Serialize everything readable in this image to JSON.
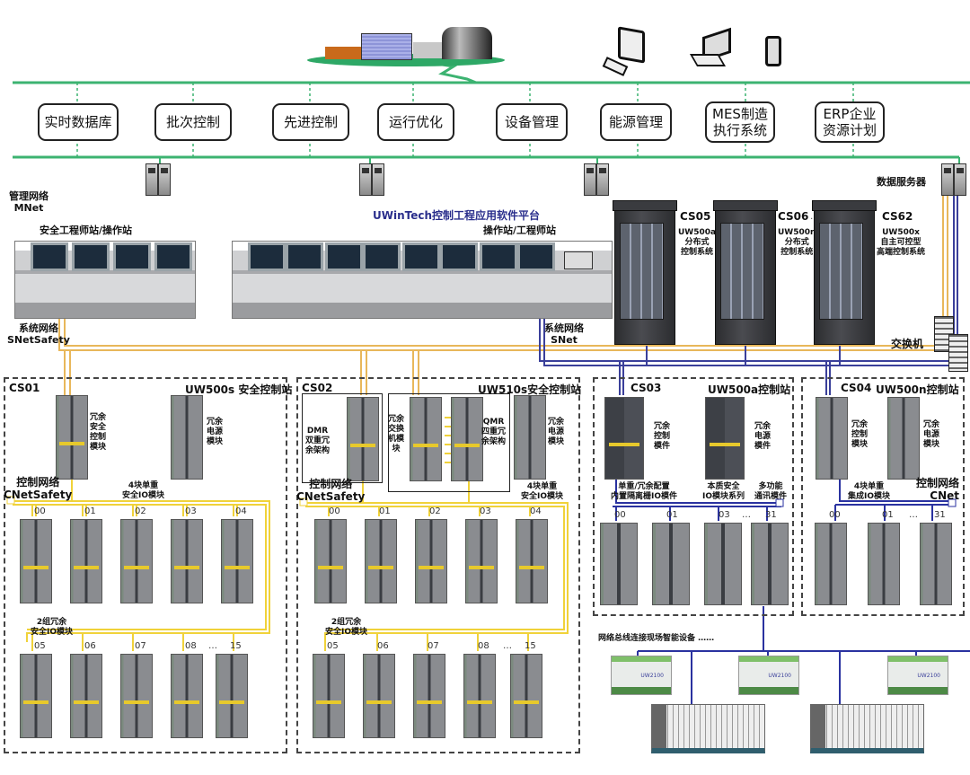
{
  "title": "UWinTech 控制系统网络架构图",
  "enterprise_apps": [
    {
      "label": "实时数据库"
    },
    {
      "label": "批次控制"
    },
    {
      "label": "先进控制"
    },
    {
      "label": "运行优化"
    },
    {
      "label": "设备管理"
    },
    {
      "label": "能源管理"
    },
    {
      "label": "MES制造\n执行系统"
    },
    {
      "label": "ERP企业\n资源计划"
    }
  ],
  "top_icons": [
    "factory-icon",
    "desktop-computer-icon",
    "laptop-icon",
    "mobile-phone-icon"
  ],
  "labels": {
    "mnet": "管理网络\nMNet",
    "data_server": "数据服务器",
    "platform": "UWinTech控制工程应用软件平台",
    "safety_station": "安全工程师站/操作站",
    "operator_station": "操作站/工程师站",
    "snet_safety": "系统网络\nSNetSafety",
    "snet": "系统网络\nSNet",
    "switch": "交换机",
    "fieldbus": "网络总线连接现场智能设备 ……"
  },
  "cabinets": [
    {
      "id": "CS05",
      "desc": "UW500a\n分布式\n控制系统"
    },
    {
      "id": "CS06",
      "desc": "UW500n\n分布式\n控制系统",
      "ellipsis": "…"
    },
    {
      "id": "CS62",
      "desc": "UW500x\n自主可控型\n高端控制系统"
    }
  ],
  "stations": {
    "cs01": {
      "id": "CS01",
      "name": "UW500s 安全控制站",
      "controller": "冗余\n安全\n控制\n模块",
      "power": "冗余\n电源\n模块",
      "network": "控制网络\nCNetSafety",
      "io_group1_label": "4块单重\n安全IO模块",
      "io_group1": [
        "00",
        "01",
        "02",
        "03",
        "04"
      ],
      "io_group2_label": "2组冗余\n安全IO模块",
      "io_group2": [
        "05",
        "06",
        "07",
        "08",
        "…",
        "15"
      ]
    },
    "cs02": {
      "id": "CS02",
      "name": "UW510s安全控制站",
      "dmr": "DMR\n双重冗\n余架构",
      "switch_module": "冗余\n交换\n机模\n块",
      "qmr": "QMR\n四重冗\n余架构",
      "power": "冗余\n电源\n模块",
      "network": "控制网络\nCNetSafety",
      "io_group1_label": "4块单重\n安全IO模块",
      "io_group1": [
        "00",
        "01",
        "02",
        "03",
        "04"
      ],
      "io_group2_label": "2组冗余\n安全IO模块",
      "io_group2": [
        "05",
        "06",
        "07",
        "08",
        "…",
        "15"
      ]
    },
    "cs03": {
      "id": "CS03",
      "name": "UW500a控制站",
      "controller": "冗余\n控制\n模件",
      "power": "冗余\n电源\n模件",
      "io_label_1": "单重/冗余配置\n内置隔离栅IO模件",
      "io_label_2": "本质安全\nIO模块系列",
      "io_label_3": "多功能\n通讯模件",
      "io": [
        "00",
        "01",
        "03",
        "…",
        "31"
      ]
    },
    "cs04": {
      "id": "CS04",
      "name": "UW500n控制站",
      "controller": "冗余\n控制\n模块",
      "power": "冗余\n电源\n模块",
      "network": "控制网络\nCNet",
      "io_label": "4块单重\n集成IO模块",
      "io": [
        "00",
        "01",
        "…",
        "31"
      ]
    }
  },
  "field_devices": [
    {
      "label": "UW2100"
    },
    {
      "label": "UW2100"
    },
    {
      "label": "UW2100"
    }
  ],
  "colors": {
    "mnet_line": "#3cb371",
    "safety_net": "#e8b75a",
    "snet": "#3a3f9a",
    "cnet_safety": "#f0d23a",
    "cnet": "#2a32a0"
  }
}
